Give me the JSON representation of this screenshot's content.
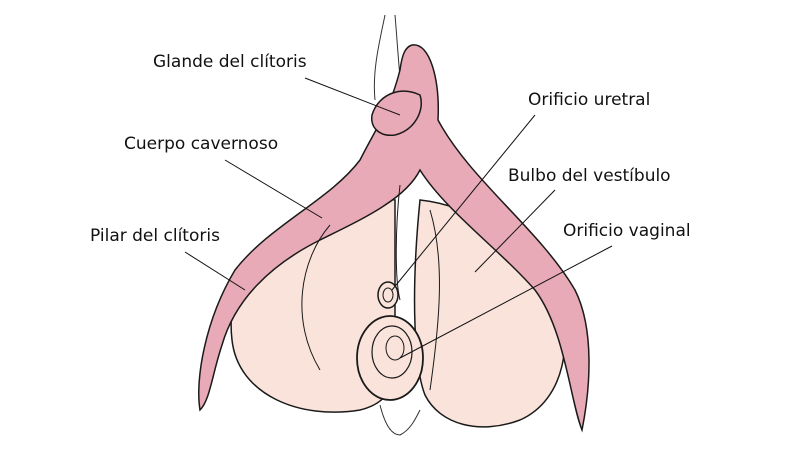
{
  "labels": {
    "glans": "Glande del clítoris",
    "urethral": "Orificio uretral",
    "body": "Cuerpo cavernoso",
    "bulb": "Bulbo del vestíbulo",
    "crus": "Pilar del clítoris",
    "vaginal": "Orificio vaginal"
  },
  "colors": {
    "erectile": "#e8aab7",
    "bulb": "#f9e3da",
    "outline": "#1a1a1a"
  }
}
